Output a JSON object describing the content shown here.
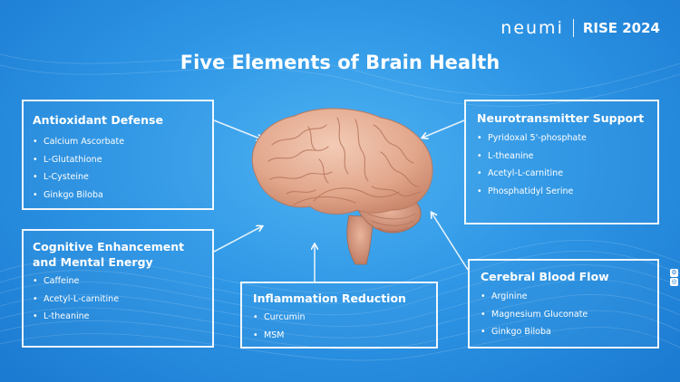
{
  "header": {
    "logo_text": "neumi",
    "event": "RISE 2024"
  },
  "title": "Five Elements of Brain Health",
  "panels": {
    "antioxidant": {
      "title": "Antioxidant Defense",
      "items": [
        "Calcium Ascorbate",
        "L-Glutathione",
        "L-Cysteine",
        "Ginkgo Biloba"
      ]
    },
    "cognitive": {
      "title_line1": "Cognitive Enhancement",
      "title_line2": "and Mental Energy",
      "items": [
        "Caffeine",
        "Acetyl-L-carnitine",
        "L-theanine"
      ]
    },
    "inflammation": {
      "title": "Inflammation Reduction",
      "items": [
        "Curcumin",
        "MSM"
      ]
    },
    "neurotransmitter": {
      "title": "Neurotransmitter Support",
      "items": [
        "Pyridoxal 5'-phosphate",
        "L-theanine",
        "Acetyl-L-carnitine",
        "Phosphatidyl Serine"
      ]
    },
    "blood_flow": {
      "title": "Cerebral Blood Flow",
      "items": [
        "Arginine",
        "Magnesium Gluconate",
        "Ginkgo Biloba"
      ]
    }
  },
  "colors": {
    "background": "#2f97e6",
    "panel_border": "#ffffff",
    "text": "#ffffff",
    "brain": "#e8b49c"
  },
  "icons": {
    "side_top": "settings-icon",
    "side_bottom": "target-icon"
  }
}
